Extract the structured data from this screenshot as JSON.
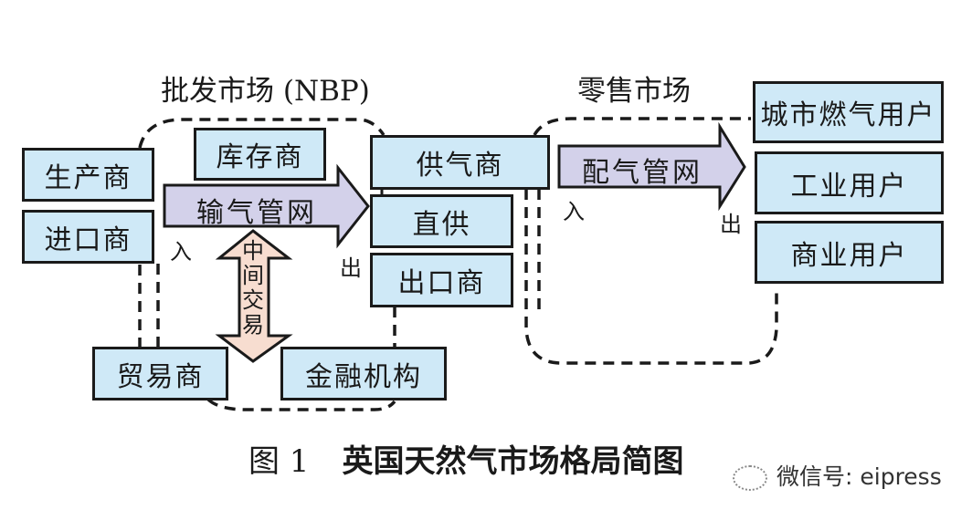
{
  "diagram": {
    "wholesale_market_title": "批发市场 (NBP)",
    "retail_market_title": "零售市场",
    "colors": {
      "box_fill": "#cfe9f7",
      "pipeline_arrow_fill": "#d3d1ea",
      "trade_arrow_fill": "#f7ddd0",
      "outline": "#1a1a1a"
    },
    "sources": [
      {
        "label": "生产商"
      },
      {
        "label": "进口商"
      }
    ],
    "wholesale_participants": {
      "storage": "库存商",
      "trader": "贸易商",
      "financial": "金融机构"
    },
    "transmission_arrow": {
      "label": "输气管网",
      "in_label": "入",
      "out_label": "出"
    },
    "intermediate_trade_arrow": {
      "label": "中间交易"
    },
    "suppliers": [
      {
        "label": "供气商"
      },
      {
        "label": "直供"
      },
      {
        "label": "出口商"
      }
    ],
    "distribution_arrow": {
      "label": "配气管网",
      "in_label": "入",
      "out_label": "出"
    },
    "consumers": [
      {
        "label": "城市燃气用户"
      },
      {
        "label": "工业用户"
      },
      {
        "label": "商业用户"
      }
    ]
  },
  "caption": {
    "figure_number": "图 1",
    "title": "英国天然气市场格局简图"
  },
  "watermark": {
    "icon": "wechat-icon",
    "text": "微信号: eipress"
  }
}
